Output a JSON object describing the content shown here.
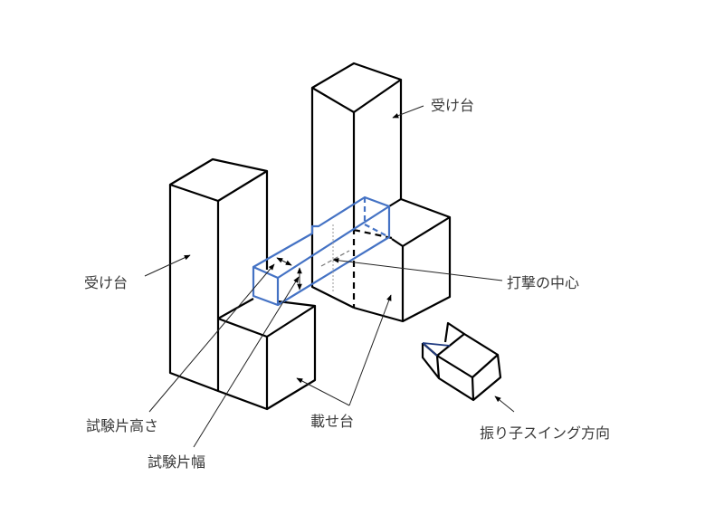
{
  "labels": {
    "support_right": "受け台",
    "support_left": "受け台",
    "strike_center": "打撃の中心",
    "specimen_height": "試験片高さ",
    "specimen_width": "試験片幅",
    "mount": "載せ台",
    "pendulum_direction": "振り子スイング方向"
  },
  "colors": {
    "specimen": "#4472c4",
    "outline": "#000000"
  }
}
